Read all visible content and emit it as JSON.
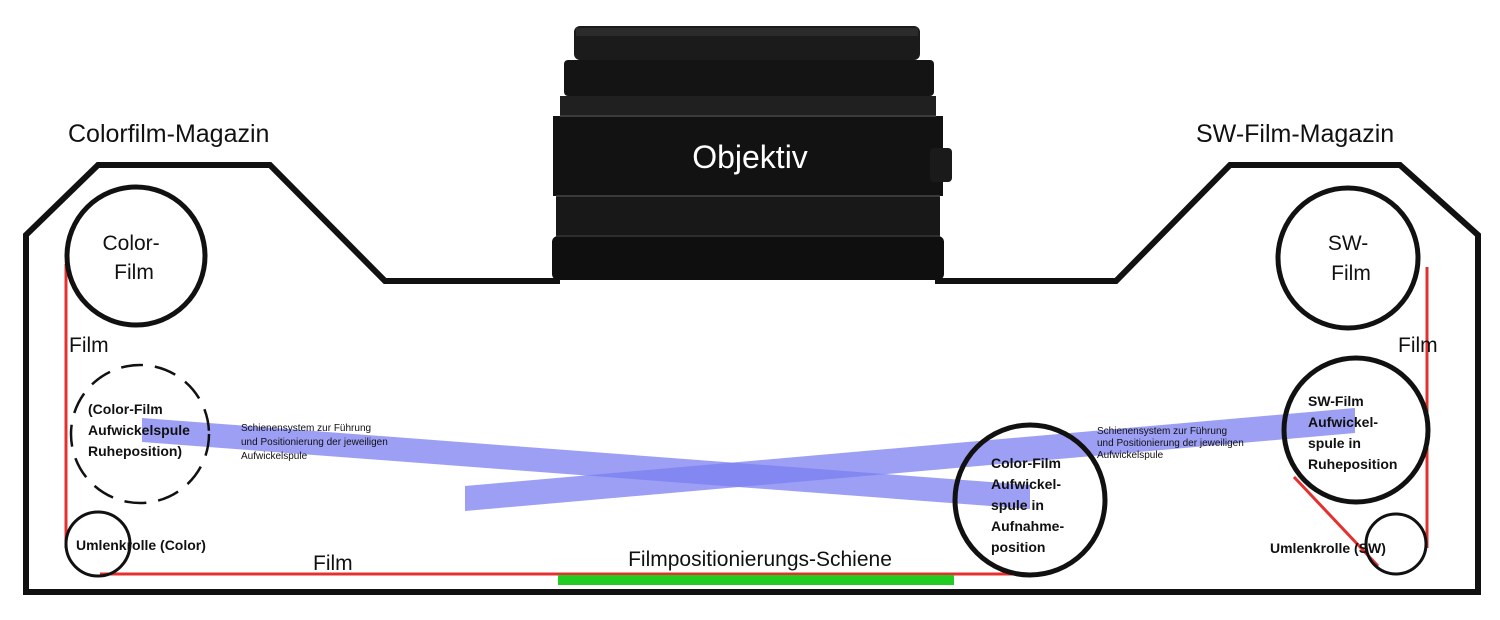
{
  "magazines": {
    "left_title": "Colorfilm-Magazin",
    "right_title": "SW-Film-Magazin"
  },
  "lens": {
    "label": "Objektiv"
  },
  "left": {
    "supply_spool": [
      "Color-",
      "Film"
    ],
    "film_label_upper": "Film",
    "rest_spool": [
      "(Color-Film",
      "Aufwickelspule",
      "Ruheposition)"
    ],
    "idler": "Umlenkrolle (Color)",
    "film_label_bottom": "Film"
  },
  "right": {
    "supply_spool": [
      "SW-",
      "Film"
    ],
    "film_label": "Film",
    "rest_spool": [
      "SW-Film",
      "Aufwickel-",
      "spule in",
      "Ruheposition"
    ],
    "idler": "Umlenkrolle (SW)"
  },
  "center": {
    "active_spool": [
      "Color-Film",
      "Aufwickel-",
      "spule in",
      "Aufnahme-",
      "position"
    ],
    "rail_label": "Filmpositionierungs-Schiene"
  },
  "rail_notes": {
    "left": [
      "Schienensystem zur Führung",
      "und Positionierung der jeweiligen",
      "Aufwickelspule"
    ],
    "right": [
      "Schienensystem zur Führung",
      "und Positionierung der jeweiligen",
      "Aufwickelspule"
    ]
  },
  "colors": {
    "outline": "#111111",
    "film_path": "#e53030",
    "rail_guides": "#7b7ff0",
    "positioning_rail": "#22cc22",
    "lens_body": "#151515"
  }
}
